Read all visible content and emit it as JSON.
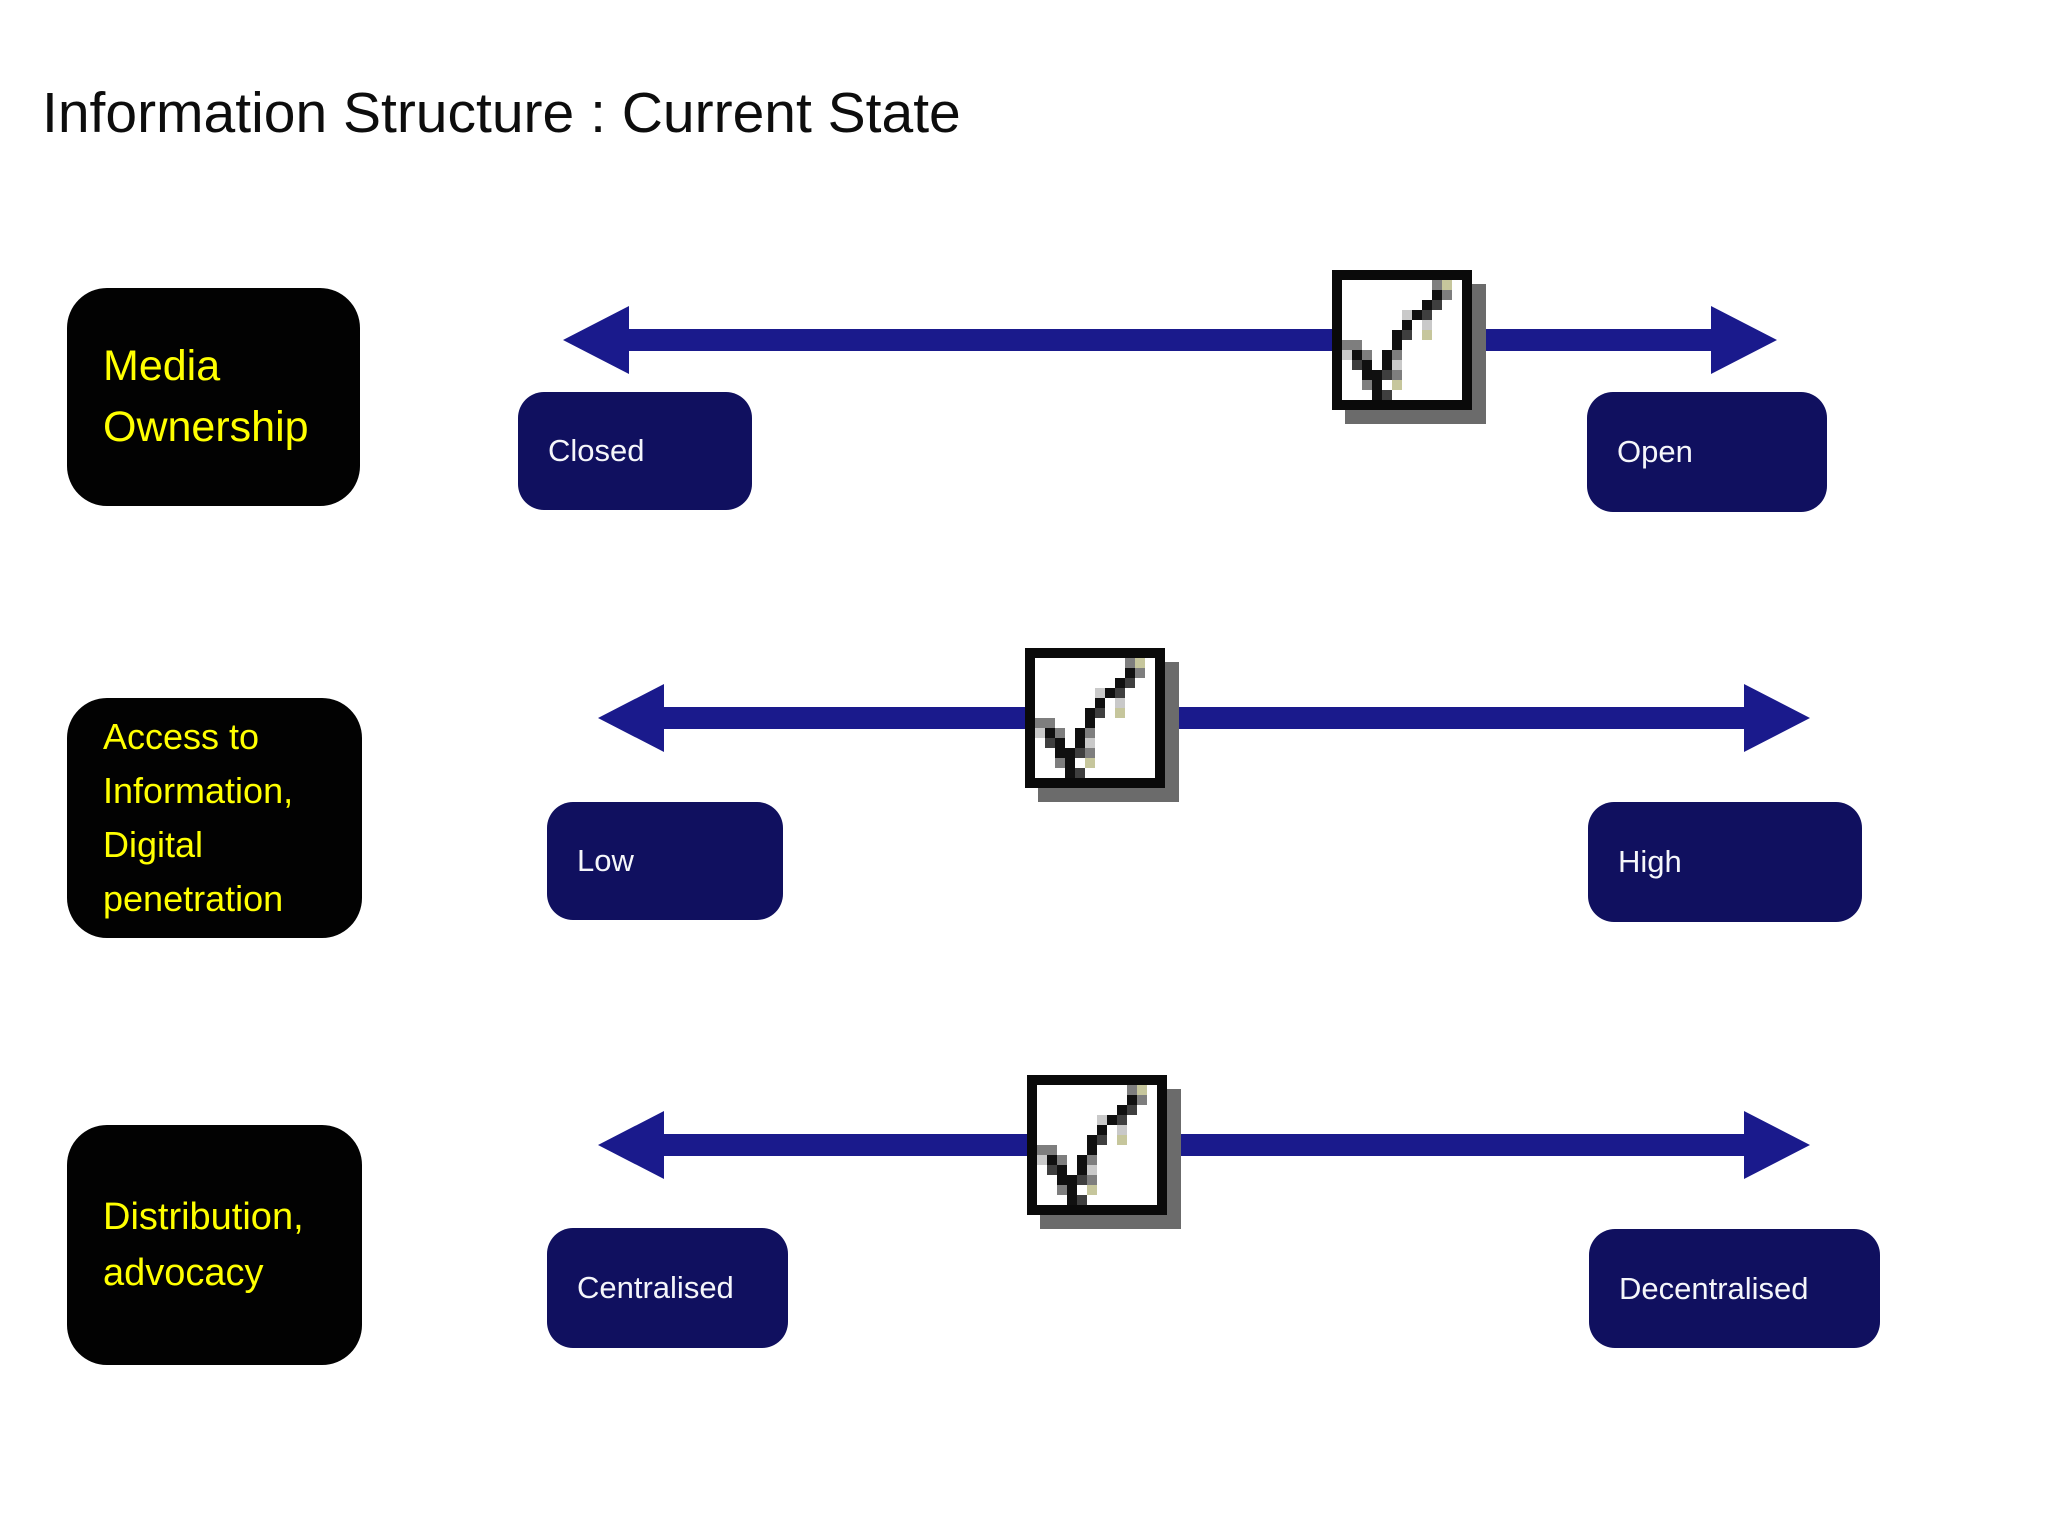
{
  "slide": {
    "title": "Information Structure : Current State"
  },
  "rows": [
    {
      "category": "Media Ownership",
      "left_label": "Closed",
      "right_label": "Open",
      "marker": "checkbox-checked-icon",
      "marker_position": "right-of-center (~70% toward Open)"
    },
    {
      "category": "Access to Information, Digital penetration",
      "left_label": "Low",
      "right_label": "High",
      "marker": "checkbox-checked-icon",
      "marker_position": "near center (~41% toward High)"
    },
    {
      "category": "Distribution, advocacy",
      "left_label": "Centralised",
      "right_label": "Decentralised",
      "marker": "checkbox-checked-icon",
      "marker_position": "near center (~41% toward Decentralised)"
    }
  ],
  "colors": {
    "arrow": "#1a1a8c",
    "label_box": "#10105f",
    "label_text": "#f5f6fa",
    "category_box": "#020202",
    "category_text": "#ffff00",
    "title_text": "#0d0d0d",
    "checkbox_shadow": "#6b6b6b"
  }
}
